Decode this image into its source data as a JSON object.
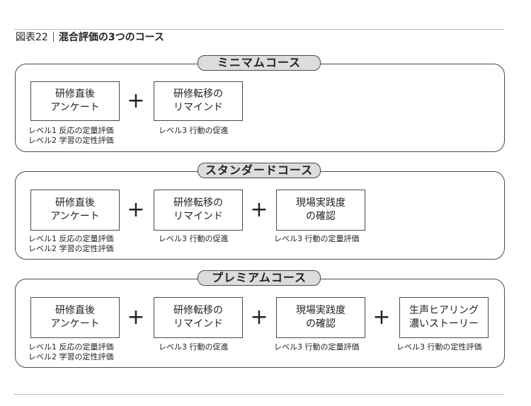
{
  "figure": {
    "number": "図表22",
    "title": "混合評価の3つのコース"
  },
  "courses": {
    "minimum": {
      "title": "ミニマムコース",
      "steps": [
        {
          "line1": "研修直後",
          "line2": "アンケート",
          "eval1": "レベル1 反応の定量評価",
          "eval2": "レベル2 学習の定性評価"
        },
        {
          "line1": "研修転移の",
          "line2": "リマインド",
          "eval1": "レベル3 行動の促進"
        }
      ]
    },
    "standard": {
      "title": "スタンダードコース",
      "steps": [
        {
          "line1": "研修直後",
          "line2": "アンケート",
          "eval1": "レベル1 反応の定量評価",
          "eval2": "レベル2 学習の定性評価"
        },
        {
          "line1": "研修転移の",
          "line2": "リマインド",
          "eval1": "レベル3 行動の促進"
        },
        {
          "line1": "現場実践度",
          "line2": "の確認",
          "eval1": "レベル3 行動の定量評価"
        }
      ]
    },
    "premium": {
      "title": "プレミアムコース",
      "steps": [
        {
          "line1": "研修直後",
          "line2": "アンケート",
          "eval1": "レベル1 反応の定量評価",
          "eval2": "レベル2 学習の定性評価"
        },
        {
          "line1": "研修転移の",
          "line2": "リマインド",
          "eval1": "レベル3 行動の促進"
        },
        {
          "line1": "現場実践度",
          "line2": "の確認",
          "eval1": "レベル3 行動の定量評価"
        },
        {
          "line1": "生声ヒアリング",
          "line2": "濃いストーリー",
          "eval1": "レベル3 行動の定性評価"
        }
      ]
    }
  },
  "plus_symbol": "+"
}
